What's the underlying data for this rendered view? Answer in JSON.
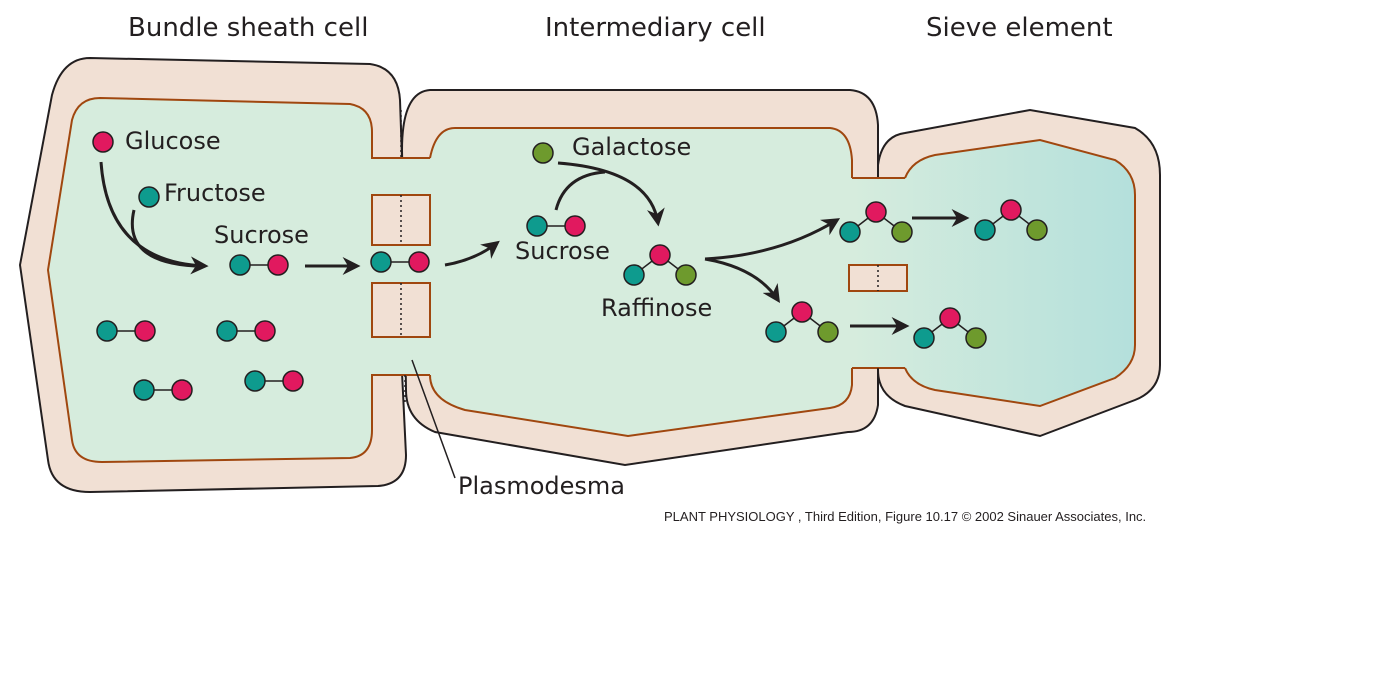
{
  "headers": {
    "bundle_sheath": "Bundle sheath cell",
    "intermediary": "Intermediary cell",
    "sieve": "Sieve element"
  },
  "labels": {
    "glucose": "Glucose",
    "fructose": "Fructose",
    "sucrose_1": "Sucrose",
    "galactose": "Galactose",
    "sucrose_2": "Sucrose",
    "raffinose": "Raffinose",
    "plasmodesma": "Plasmodesma"
  },
  "caption": "PLANT PHYSIOLOGY , Third Edition, Figure 10.17  © 2002 Sinauer Associates, Inc.",
  "colors": {
    "wall": "#f1e0d4",
    "wall_outline": "#231f20",
    "membrane": "#a0470f",
    "cytoplasm": "#d6ecdd",
    "sieve_lumen": "#b4e0dc",
    "glucose": "#e1195f",
    "fructose": "#0e9b8e",
    "galactose": "#6e9a2d",
    "arrow": "#231f20"
  }
}
